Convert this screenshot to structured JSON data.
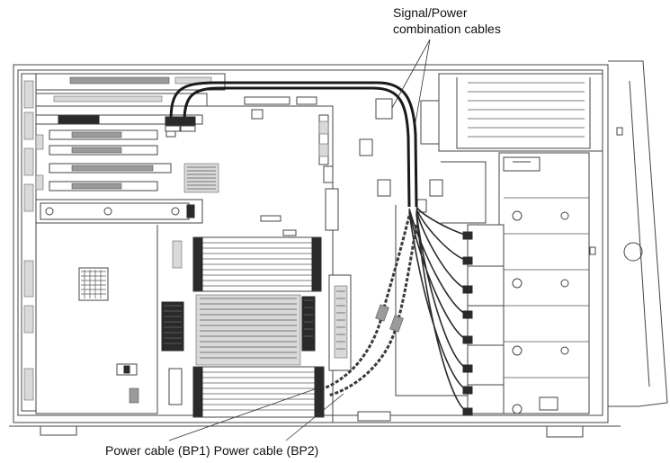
{
  "callouts": {
    "signal_power_line1": "Signal/Power",
    "signal_power_line2": "combination cables",
    "power_bp1": "Power cable (BP1)",
    "power_bp2": "Power cable (BP2)"
  }
}
